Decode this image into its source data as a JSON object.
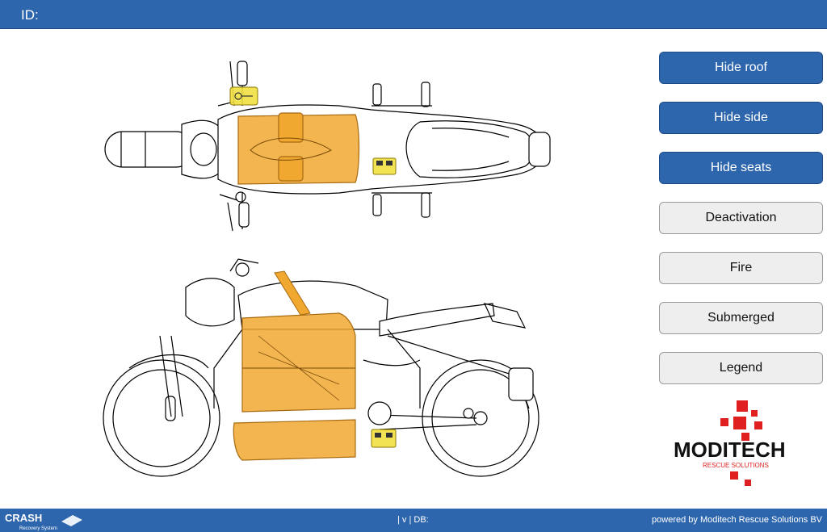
{
  "header": {
    "id_label": "ID:"
  },
  "buttons": [
    {
      "label": "Hide roof",
      "style": "primary"
    },
    {
      "label": "Hide side",
      "style": "primary"
    },
    {
      "label": "Hide seats",
      "style": "primary"
    },
    {
      "label": "Deactivation",
      "style": "secondary"
    },
    {
      "label": "Fire",
      "style": "secondary"
    },
    {
      "label": "Submerged",
      "style": "secondary"
    },
    {
      "label": "Legend",
      "style": "secondary"
    }
  ],
  "logo": {
    "brand": "MODITECH",
    "tagline": "RESCUE SOLUTIONS"
  },
  "footer": {
    "app_name": "CRASH",
    "app_subtitle": "Recovery System",
    "db_info": "| v | DB:",
    "powered_by": "powered by Moditech Rescue Solutions BV"
  },
  "colors": {
    "primary": "#2d66ad",
    "battery": "#f0a830",
    "component_yellow": "#f0e040",
    "logo_red": "#e02020"
  },
  "icons": [
    "motorcycle-top-view",
    "motorcycle-side-view",
    "battery-icon",
    "key-icon",
    "control-unit-icon"
  ]
}
